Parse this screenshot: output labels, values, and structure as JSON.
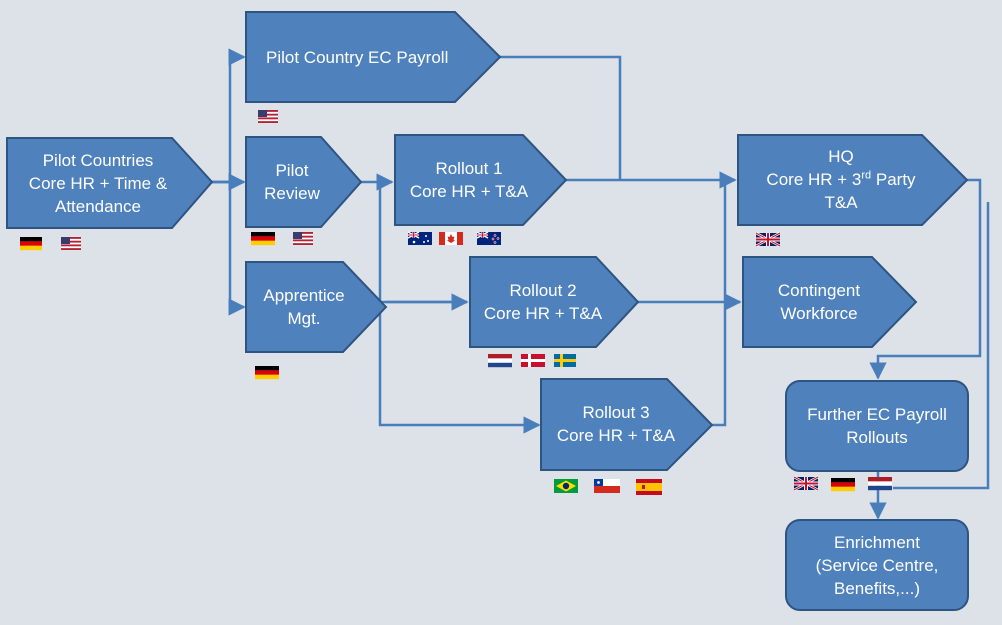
{
  "colors": {
    "background": "#dde2e9",
    "box_fill": "#4f81bd",
    "box_stroke": "#2e5481",
    "connector": "#4a7ebb",
    "text": "#ffffff"
  },
  "nodes": {
    "pilot_countries": {
      "lines": [
        "Pilot Countries",
        "Core HR + Time &",
        "Attendance"
      ]
    },
    "pilot_ec_payroll": {
      "lines": [
        "Pilot Country EC Payroll"
      ]
    },
    "pilot_review": {
      "lines": [
        "Pilot",
        "Review"
      ]
    },
    "apprentice": {
      "lines": [
        "Apprentice",
        "Mgt."
      ]
    },
    "rollout1": {
      "lines": [
        "Rollout 1",
        "Core HR + T&A"
      ]
    },
    "rollout2": {
      "lines": [
        "Rollout 2",
        "Core HR + T&A"
      ]
    },
    "rollout3": {
      "lines": [
        "Rollout 3",
        "Core HR + T&A"
      ]
    },
    "hq": {
      "line1": "HQ",
      "line2_pre": "Core HR + 3",
      "line2_sup": "rd",
      "line2_post": " Party",
      "line3": "T&A"
    },
    "contingent": {
      "lines": [
        "Contingent",
        "Workforce"
      ]
    },
    "further_ec": {
      "lines": [
        "Further EC Payroll",
        "Rollouts"
      ]
    },
    "enrichment": {
      "lines": [
        "Enrichment",
        "(Service Centre,",
        "Benefits,...)"
      ]
    }
  },
  "flags": {
    "pilot_countries": [
      "germany-flag",
      "usa-flag"
    ],
    "pilot_ec_payroll": [
      "usa-flag"
    ],
    "pilot_review": [
      "germany-flag",
      "usa-flag"
    ],
    "apprentice": [
      "germany-flag"
    ],
    "rollout1": [
      "australia-flag",
      "canada-flag",
      "new-zealand-flag"
    ],
    "rollout2": [
      "netherlands-flag",
      "denmark-flag",
      "sweden-flag"
    ],
    "rollout3": [
      "brazil-flag",
      "chile-flag",
      "spain-flag"
    ],
    "hq": [
      "uk-flag"
    ],
    "further_ec": [
      "uk-flag",
      "germany-flag",
      "netherlands-flag"
    ]
  }
}
